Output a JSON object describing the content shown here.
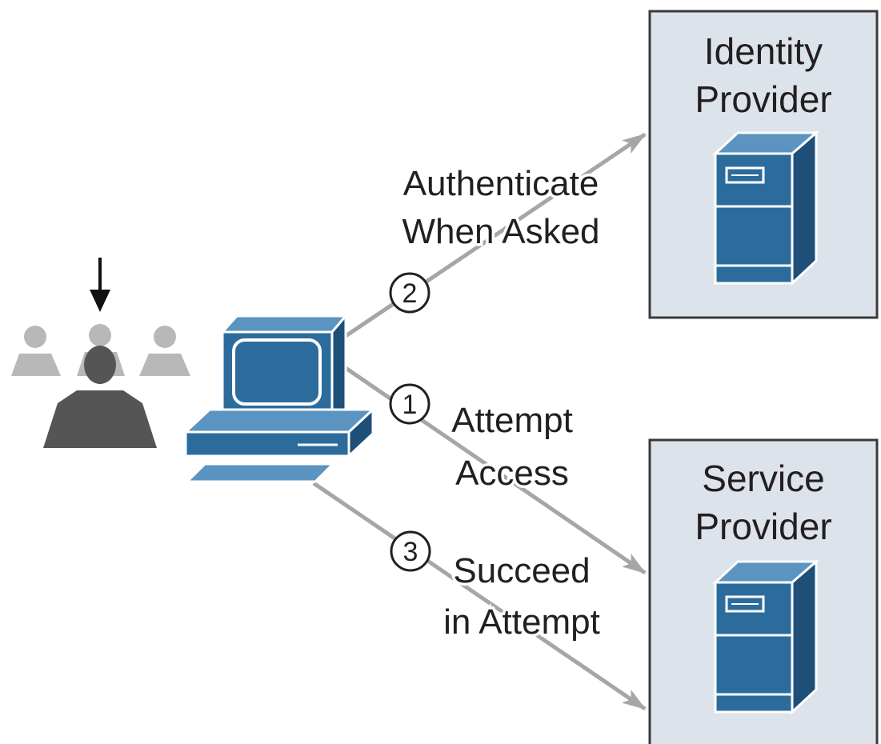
{
  "colors": {
    "box_fill": "#dde3ea",
    "box_stroke": "#3a3a3a",
    "device_blue": "#2c6c9c",
    "device_blue_dark": "#1e4f78",
    "device_blue_light": "#5b94c0",
    "arrow_gray": "#a6a6a6",
    "user_dark": "#555555",
    "user_light": "#b8b8b8"
  },
  "icons": [
    "user-icon",
    "users-group-icon",
    "pointer-arrow-icon",
    "workstation-icon",
    "server-icon"
  ],
  "identity_provider": {
    "line1": "Identity",
    "line2": "Provider"
  },
  "service_provider": {
    "line1": "Service",
    "line2": "Provider"
  },
  "steps": [
    {
      "number": "1",
      "line1": "Attempt",
      "line2": "Access"
    },
    {
      "number": "2",
      "line1": "Authenticate",
      "line2": "When Asked"
    },
    {
      "number": "3",
      "line1": "Succeed",
      "line2": "in Attempt"
    }
  ]
}
